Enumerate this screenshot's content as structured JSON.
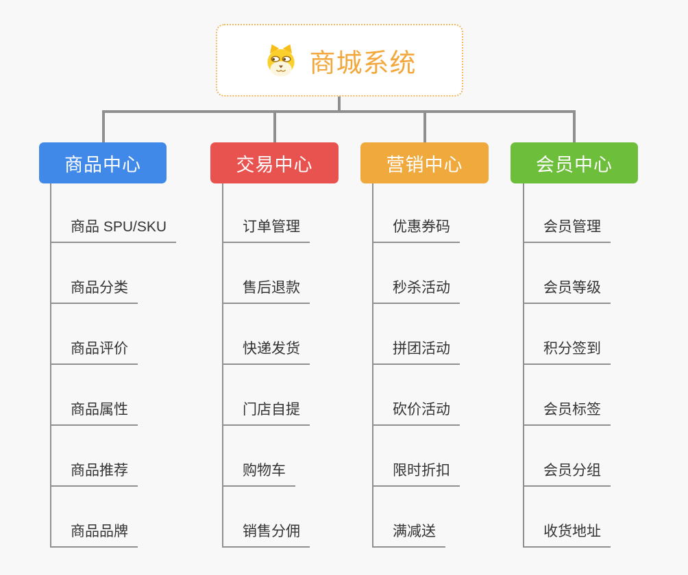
{
  "root": {
    "title": "商城系统",
    "icon": "dog-icon"
  },
  "branches": [
    {
      "id": "product-center",
      "label": "商品中心",
      "color": "#4189E8",
      "items": [
        "商品 SPU/SKU",
        "商品分类",
        "商品评价",
        "商品属性",
        "商品推荐",
        "商品品牌"
      ]
    },
    {
      "id": "trade-center",
      "label": "交易中心",
      "color": "#E9534F",
      "items": [
        "订单管理",
        "售后退款",
        "快递发货",
        "门店自提",
        "购物车",
        "销售分佣"
      ]
    },
    {
      "id": "marketing-center",
      "label": "营销中心",
      "color": "#EFA93C",
      "items": [
        "优惠券码",
        "秒杀活动",
        "拼团活动",
        "砍价活动",
        "限时折扣",
        "满减送"
      ]
    },
    {
      "id": "member-center",
      "label": "会员中心",
      "color": "#6DBE3B",
      "items": [
        "会员管理",
        "会员等级",
        "积分签到",
        "会员标签",
        "会员分组",
        "收货地址"
      ]
    }
  ],
  "colors": {
    "background": "#F8F8F8",
    "connector": "#8F8F8F",
    "root_border": "#F3B45C",
    "root_title": "#F2A83C",
    "leaf_text": "#333333",
    "branch_text": "#FFFFFF"
  }
}
